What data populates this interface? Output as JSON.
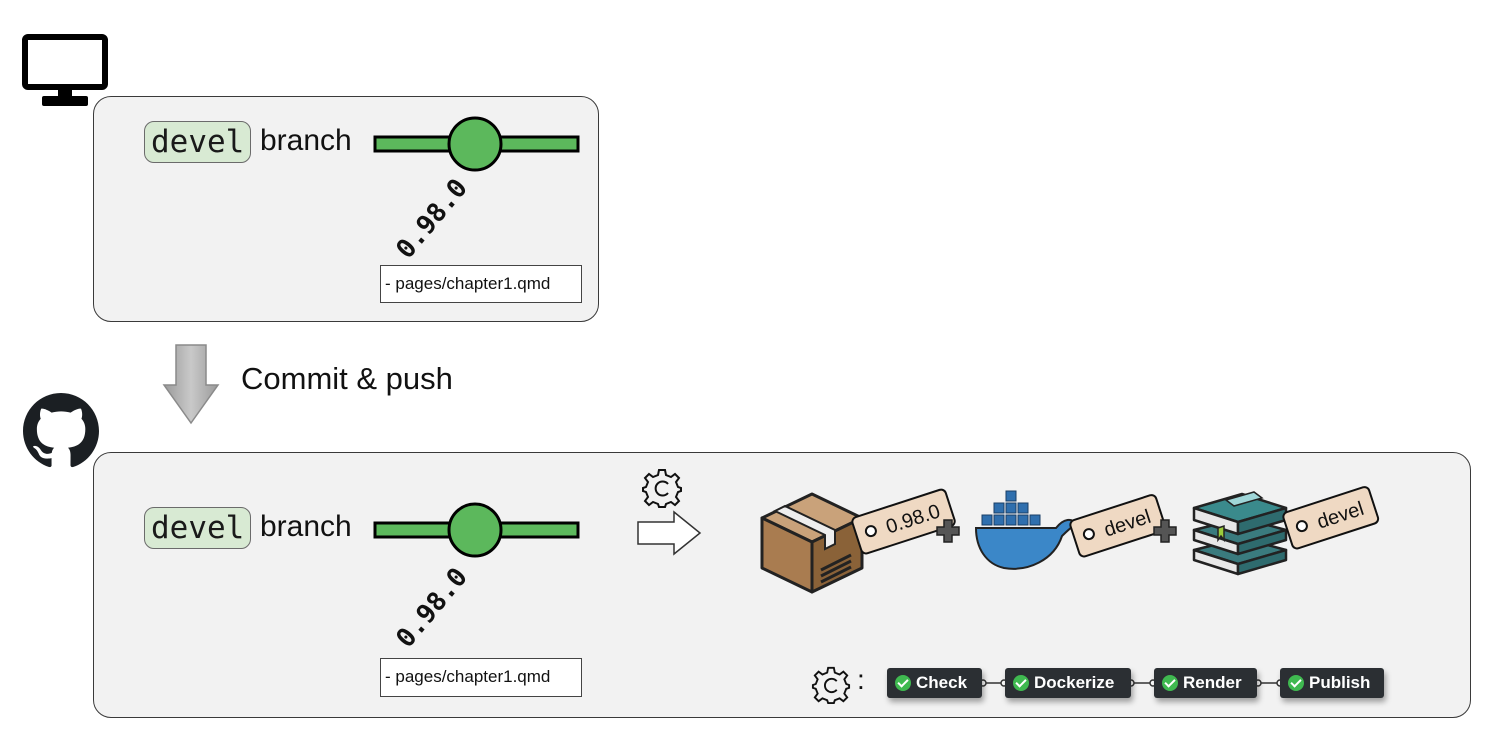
{
  "local": {
    "branch_name": "devel",
    "branch_word": "branch",
    "tag": "0.98.0",
    "file": "- pages/chapter1.qmd"
  },
  "transition": {
    "label": "Commit & push"
  },
  "remote": {
    "branch_name": "devel",
    "branch_word": "branch",
    "tag": "0.98.0",
    "file": "- pages/chapter1.qmd"
  },
  "artifacts": [
    {
      "kind": "package",
      "tag": "0.98.0"
    },
    {
      "kind": "docker-image",
      "tag": "devel"
    },
    {
      "kind": "book",
      "tag": "devel"
    }
  ],
  "pipeline": {
    "jobs": [
      "Check",
      "Dockerize",
      "Render",
      "Publish"
    ]
  },
  "colors": {
    "branch_green": "#5cb85c",
    "chip_green": "#d8ead3",
    "tag_beige": "#efd9c3",
    "job_dark": "#2b2f33",
    "job_success": "#3fb950",
    "docker_blue": "#3b87c8",
    "book_teal": "#2e6b6e"
  },
  "icons": {
    "local": "monitor-icon",
    "remote": "github-icon",
    "workflow": "gear-icon"
  }
}
